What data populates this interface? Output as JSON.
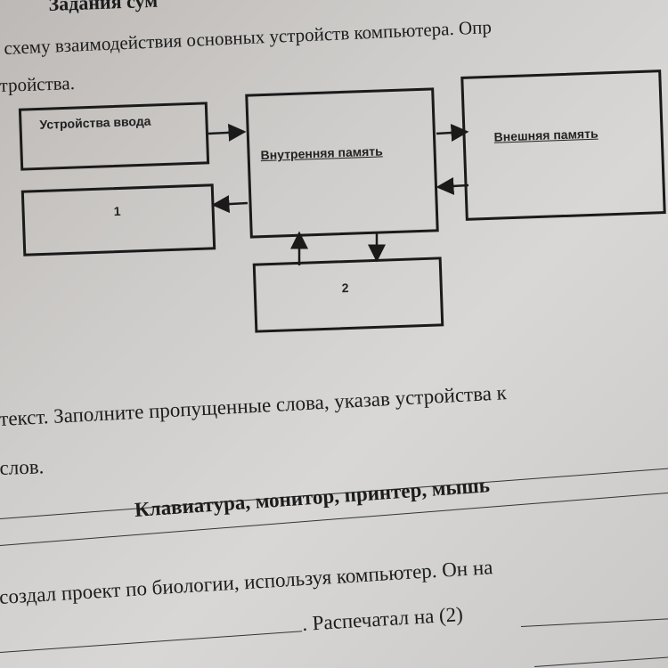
{
  "header": {
    "title": "Задания сум"
  },
  "task1": {
    "line1": "схему взаимодействия основных устройств компьютера. Опр",
    "line2": "тройства."
  },
  "diagram": {
    "input_devices": "Устройства ввода",
    "internal_memory": "Внутренняя память",
    "external_memory": "Внешняя память",
    "blank1": "1",
    "blank2": "2"
  },
  "task2": {
    "line1": "текст. Заполните пропущенные слова, указав устройства к",
    "line2": "слов.",
    "word_bank": "Клавиатура, монитор, принтер, мышь",
    "text1": "создал проект по биологии, используя компьютер. Он на",
    "text2": ". Распечатал на (2)"
  }
}
